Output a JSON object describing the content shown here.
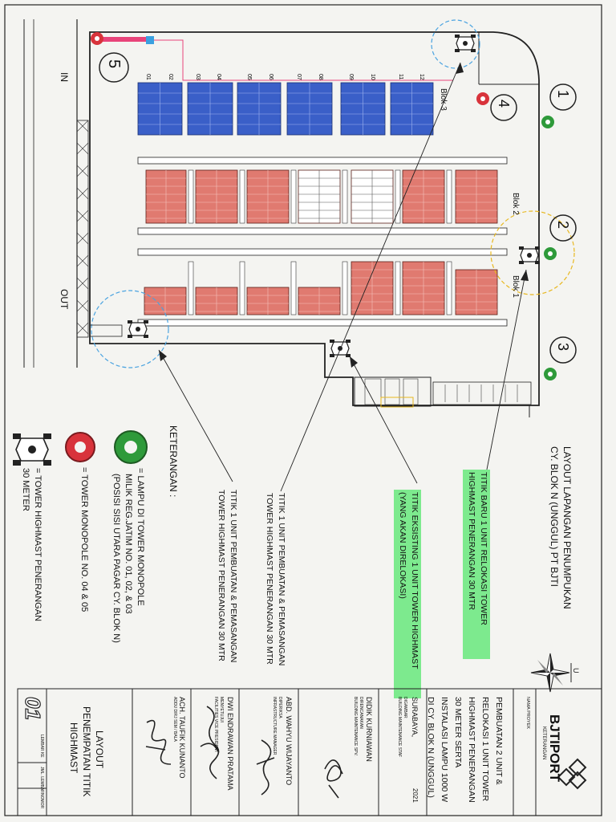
{
  "title": {
    "line1": "LAYOUT LAPANGAN PENUMPUKAN",
    "line2": "CY. BLOK N (UNGGUL) PT BJTI"
  },
  "labels": {
    "gate_in": "IN",
    "gate_out": "OUT",
    "blok1": "Blok 1",
    "blok2": "Blok 2",
    "blok3": "Blok 3",
    "slot_numbers": [
      "01",
      "02",
      "03",
      "04",
      "05",
      "06",
      "07",
      "08",
      "09",
      "10",
      "11",
      "12"
    ],
    "compass_north": "U"
  },
  "points": [
    "1",
    "2",
    "3",
    "4",
    "5"
  ],
  "annotations": {
    "relocation_new": [
      "TITIK BARU 1 UNIT RELOKASI TOWER",
      "HIGHMAST PENERANGAN 30 MTR"
    ],
    "existing": [
      "TITIK  EKSISTING 1 UNIT TOWER HIGHMAST",
      "(YANG AKAN DIRELOKASI)"
    ],
    "new_tower_a": [
      "TITIK 1 UNIT PEMBUATAN & PEMASANGAN",
      "TOWER HIGHMAST PENERANGAN 30 MTR"
    ],
    "new_tower_b": [
      "TITIK 1 UNIT PEMBUATAN & PEMASANGAN",
      "TOWER HIGHMAST PENERANGAN 30 MTR"
    ]
  },
  "legend": {
    "heading": "KETERANGAN :",
    "green": [
      "= LAMPU DI TOWER MONOPOLE",
      "MILIK REG.JATIM NO. 01, 02, & 03",
      "(POSISI SISI UTARA PAGAR CY. BLOK N)"
    ],
    "red": [
      "= TOWER MONOPOLE NO. 04 & 05"
    ],
    "tower": [
      "= TOWER HIGHMAST PENERANGAN",
      "30 METER"
    ]
  },
  "title_block": {
    "logo": "BJTIPORT",
    "logo_sub": "KETERANGAN",
    "field_project": "NAMA PROYEK",
    "project": [
      "PEMBUATAN 2 UNIT &",
      "RELOKASI 1 UNIT TOWER",
      "HIGHMAST PENERANGAN",
      "30 METER SERTA",
      "INSTALASI LAMPU 1000 W",
      "DI CY. BLOK N (UNGGUL)"
    ],
    "city": "SURABAYA,",
    "year": "2021",
    "drawn_label": "DIGAMBAR",
    "drawn_role": "BUILDING MAINTENANCE STAF",
    "drawn_name": "DIDIK KURNIAWAN",
    "planned_label": "DIRENCANAKAN",
    "planned_role": "BUILDING MAINTENANCE SPV.",
    "planned_name": "ABD. WAHYU WIJAYANTO",
    "checked_label": "DIPERIKSA",
    "checked_role": "INFRASTRUCTURE MANAGER",
    "checked_name": "DWI ENDRAWAN PRATAMA",
    "approved_label": "MENYETUJUI",
    "approved_role": "FACILITIES VICE PRESIDENT",
    "approved_name": "ACH. TAUFIK KUNANTO",
    "approved_role2": "ADDU DIRJ SEM / BALA",
    "drawing_title": [
      "LAYOUT",
      "PENEMPATAN TITIK",
      "HIGHMAST"
    ],
    "sheet_no": "01",
    "sheet_label": "LEMBAR KE",
    "sheet_total_label": "JML. LEMBAR",
    "number_label": "NOMOR"
  },
  "colors": {
    "blue_block": "#3a5fc8",
    "red_block": "#e07a70",
    "green_light": "#2e9a3a",
    "red_tower": "#d8333b",
    "highlight": "#7dea8e",
    "dash_blue": "#4aa3e0",
    "dash_yellow": "#e8b820",
    "pink_line": "#e8447a"
  }
}
